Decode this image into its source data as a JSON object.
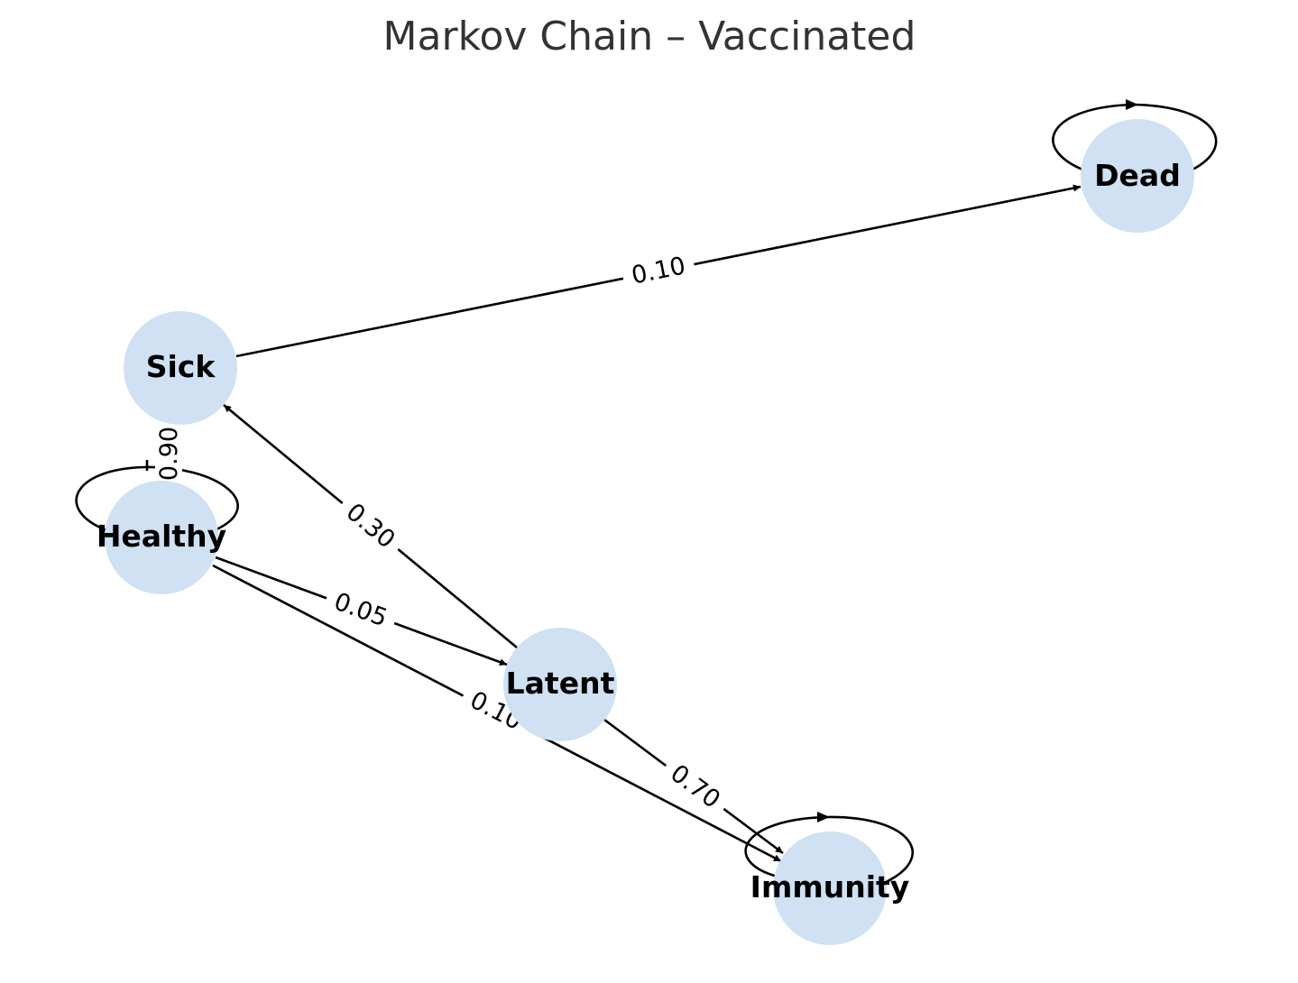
{
  "title": "Markov Chain – Vaccinated",
  "colors": {
    "node_fill": "#cfe1f2",
    "edge": "#000000",
    "title_text": "#333333"
  },
  "nodes": {
    "dead": "Dead",
    "sick": "Sick",
    "healthy": "Healthy",
    "latent": "Latent",
    "immunity": "Immunity"
  },
  "edges": {
    "sick_dead": {
      "from": "Sick",
      "to": "Dead",
      "label": "0.10"
    },
    "healthy_sick": {
      "from": "Healthy",
      "to": "Sick",
      "label": "0.90"
    },
    "latent_sick": {
      "from": "Latent",
      "to": "Sick",
      "label": "0.30"
    },
    "healthy_latent": {
      "from": "Healthy",
      "to": "Latent",
      "label": "0.05"
    },
    "healthy_immunity": {
      "from": "Healthy",
      "to": "Immunity",
      "label": "0.10"
    },
    "latent_immunity": {
      "from": "Latent",
      "to": "Immunity",
      "label": "0.70"
    },
    "dead_self": {
      "from": "Dead",
      "to": "Dead"
    },
    "healthy_self": {
      "from": "Healthy",
      "to": "Healthy"
    },
    "immunity_self": {
      "from": "Immunity",
      "to": "Immunity"
    }
  }
}
